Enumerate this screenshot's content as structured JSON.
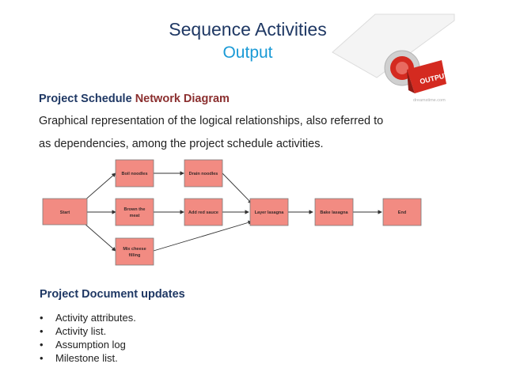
{
  "slide": {
    "title": "Sequence Activities",
    "subtitle": "Output"
  },
  "graphic": {
    "label": "OUTPUT",
    "credit": "dreamstime.com",
    "accent_color": "#d42a20"
  },
  "network_section": {
    "heading_part1": "Project Schedule",
    "heading_part2": "Network Diagram",
    "line1": "Graphical representation of the logical relationships, also referred to",
    "line2": "as  dependencies, among the project schedule activities."
  },
  "diagram": {
    "node_color": "#f28b82",
    "nodes": {
      "start": "Start",
      "boil": "Boil noodles",
      "drain": "Drain noodles",
      "brown_1": "Brown the",
      "brown_2": "meat",
      "sauce": "Add red sauce",
      "mix_1": "Mix cheese",
      "mix_2": "filling",
      "layer": "Layer lasagna",
      "bake": "Bake lasagna",
      "end": "End"
    }
  },
  "documents": {
    "heading": "Project Document updates",
    "items": [
      "Activity attributes.",
      "Activity list.",
      "Assumption log",
      "Milestone list."
    ]
  }
}
